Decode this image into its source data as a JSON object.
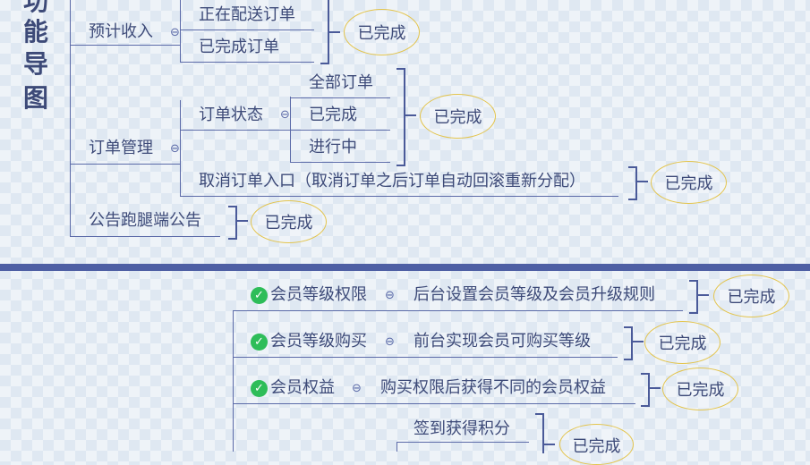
{
  "title_chars": [
    "功",
    "能",
    "导",
    "图"
  ],
  "status_done": "已完成",
  "top": {
    "income": {
      "label": "预计收入",
      "children": [
        "正在配送订单",
        "已完成订单"
      ]
    },
    "orders": {
      "label": "订单管理",
      "status": {
        "label": "订单状态",
        "children": [
          "全部订单",
          "已完成",
          "进行中"
        ]
      },
      "cancel": "取消订单入口（取消订单之后订单自动回滚重新分配）"
    },
    "notice": "公告跑腿端公告"
  },
  "bottom": {
    "items": [
      {
        "label": "会员等级权限",
        "detail": "后台设置会员等级及会员升级规则"
      },
      {
        "label": "会员等级购买",
        "detail": "前台实现会员可购买等级"
      },
      {
        "label": "会员权益",
        "detail": "购买权限后获得不同的会员权益"
      }
    ],
    "points": "签到获得积分"
  },
  "collapse_symbol": "⊖",
  "check_symbol": "✓",
  "colors": {
    "line": "#5b6aa8",
    "badge_border": "#e3c44c",
    "check": "#2ebd59",
    "divider": "#4e5fa4"
  }
}
